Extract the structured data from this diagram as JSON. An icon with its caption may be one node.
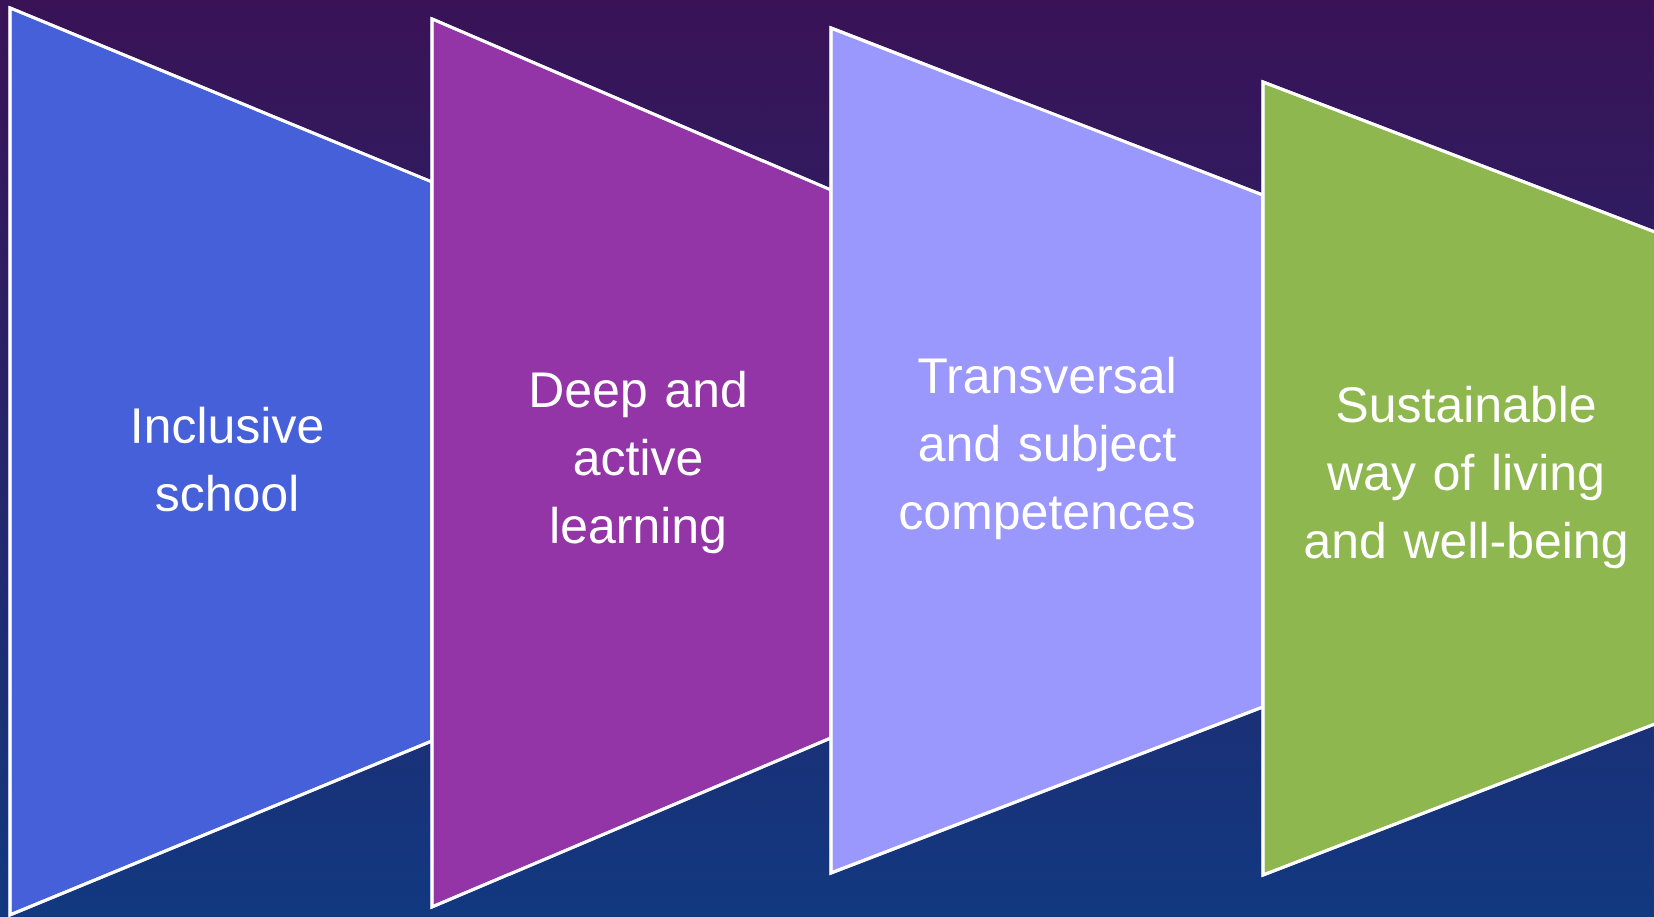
{
  "diagram": {
    "nodes": [
      {
        "text": [
          "Inclusive school"
        ]
      },
      {
        "text": [
          "Deep and active learning"
        ]
      },
      {
        "text": [
          "Transversal and subject competences"
        ]
      },
      {
        "text": [
          "Sustainable way of living and well-being"
        ]
      }
    ]
  }
}
